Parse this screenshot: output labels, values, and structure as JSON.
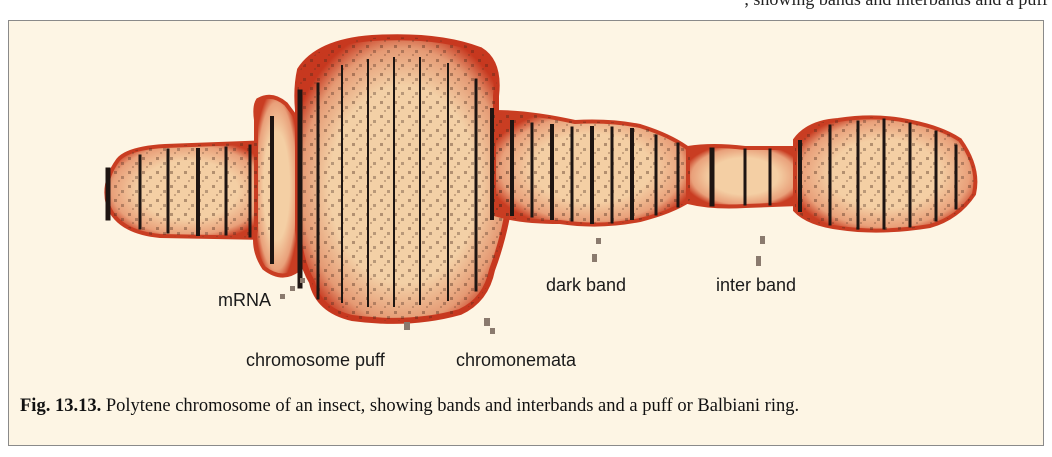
{
  "top_fragment_text": ", showing bands and interbands and a puff",
  "labels": {
    "mrna": "mRNA",
    "dark_band": "dark band",
    "inter_band": "inter band",
    "chromosome_puff": "chromosome puff",
    "chromonemata": "chromonemata"
  },
  "caption": {
    "figure_number": "Fig. 13.13.",
    "text": " Polytene chromosome of an insect, showing bands and interbands and a puff or Balbiani ring."
  },
  "colors": {
    "background": "#fdf5e4",
    "chromosome_fill": "#f4cfa4",
    "rim": "#cf4a2a",
    "band": "#1e1512"
  }
}
